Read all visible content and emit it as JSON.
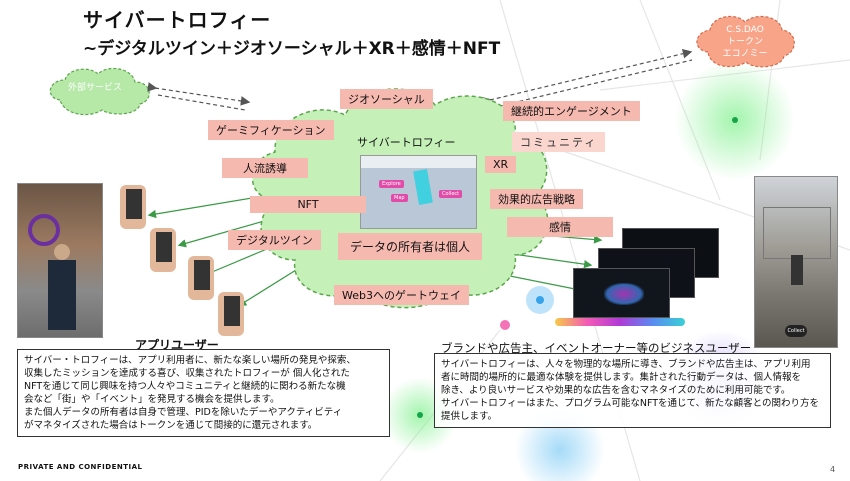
{
  "title": "サイバートロフィー",
  "subtitle": "~デジタルツイン＋ジオソーシャル＋XR＋感情＋NFT",
  "external_service": "外部サービス",
  "dao": [
    "C.S.DAO",
    "トークン",
    "エコノミー"
  ],
  "cloud_title": "サイバートロフィー",
  "app_screen": {
    "buttons": [
      "Explore",
      "Map",
      "Collect"
    ]
  },
  "labels": {
    "geosocial": "ジオソーシャル",
    "engagement": "継続的エンゲージメント",
    "gamification": "ゲーミフィケーション",
    "community": "コミュニティ",
    "flow": "人流誘導",
    "xr": "XR",
    "nft": "NFT",
    "ad_strategy": "効果的広告戦略",
    "digital_twin": "デジタルツイン",
    "emotion": "感情",
    "data_owner": "データの所有者は個人",
    "web3": "Web3へのゲートウェイ"
  },
  "app_user_label": "アプリユーザー",
  "business_label": "ブランドや広告主、イベントオーナー等のビジネスユーザー",
  "app_user_text": [
    "サイバー・トロフィーは、アプリ利用者に、新たな楽しい場所の発見や探索、",
    "収集したミッションを達成する喜び、収集されたトロフィーが 個人化された",
    "NFTを通じて同じ興味を持つ人々やコミュニティと継続的に関わる新たな機",
    "会など「街」や「イベント」を発見する機会を提供します。",
    "また個人データの所有者は自身で管理、PIDを除いたデーやアクティビティ",
    "がマネタイズされた場合はトークンを通じて間接的に還元されます。"
  ],
  "business_text": [
    "サイバートロフィーは、人々を物理的な場所に導き、ブランドや広告主は、アプリ利用",
    "者に時間的場所的に最適な体験を提供します。集計された行動データは、個人情報を",
    "除き、より良いサービスや効果的な広告を含むマネタイズのために利用可能です。",
    "サイバートロフィーはまた、プログラム可能なNFTを通じて、新たな顧客との関わり方を",
    "提供します。"
  ],
  "collect_button": "Collect",
  "footer": "PRIVATE AND CONFIDENTIAL",
  "page_number": "4"
}
